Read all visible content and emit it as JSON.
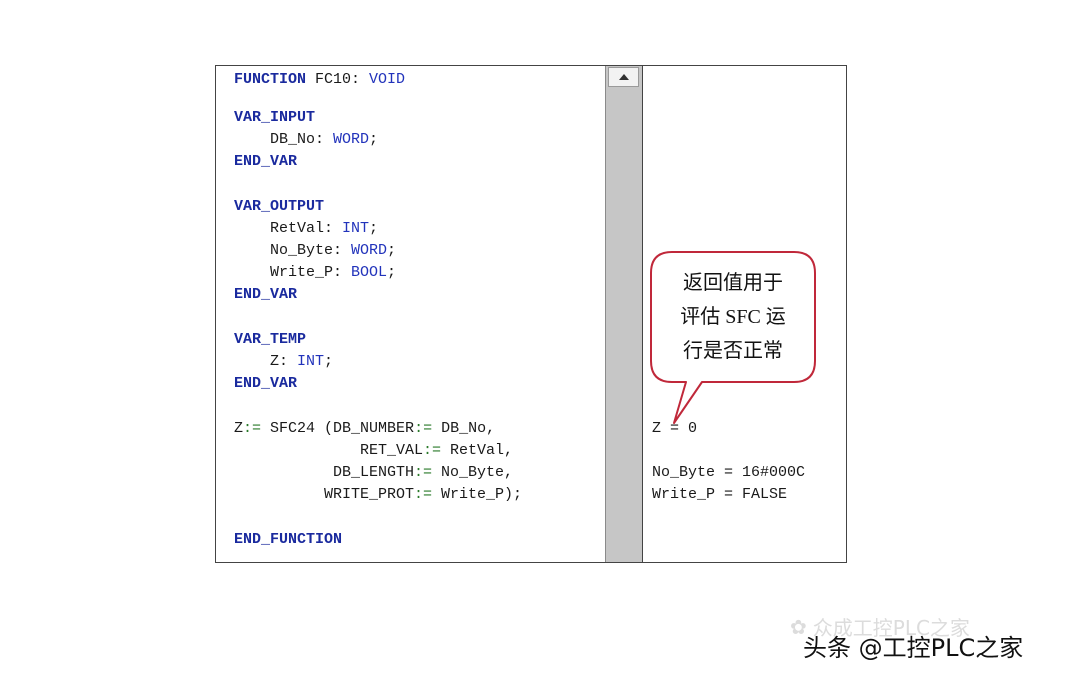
{
  "code": {
    "l1": {
      "kw1": "FUNCTION",
      "name": " FC10: ",
      "type": "VOID"
    },
    "l2": {
      "kw": "VAR_INPUT"
    },
    "l3": {
      "name": "    DB_No: ",
      "type": "WORD",
      "end": ";"
    },
    "l4": {
      "kw": "END_VAR"
    },
    "l5": {
      "kw": "VAR_OUTPUT"
    },
    "l6": {
      "name": "    RetVal: ",
      "type": "INT",
      "end": ";"
    },
    "l7": {
      "name": "    No_Byte: ",
      "type": "WORD",
      "end": ";"
    },
    "l8": {
      "name": "    Write_P: ",
      "type": "BOOL",
      "end": ";"
    },
    "l9": {
      "kw": "END_VAR"
    },
    "l10": {
      "kw": "VAR_TEMP"
    },
    "l11": {
      "name": "    Z: ",
      "type": "INT",
      "end": ";"
    },
    "l12": {
      "kw": "END_VAR"
    },
    "l13": {
      "a": "Z",
      "op": ":=",
      "b": " SFC24 (DB_NUMBER",
      "op2": ":=",
      "c": " DB_No,"
    },
    "l14": {
      "a": "              RET_VAL",
      "op": ":=",
      "b": " RetVal,"
    },
    "l15": {
      "a": "           DB_LENGTH",
      "op": ":=",
      "b": " No_Byte,"
    },
    "l16": {
      "a": "          WRITE_PROT",
      "op": ":=",
      "b": " Write_P);"
    },
    "l17": {
      "kw": "END_FUNCTION"
    }
  },
  "output": {
    "z": "Z = 0",
    "no_byte": "No_Byte = 16#000C",
    "write_p": "Write_P = FALSE"
  },
  "callout": {
    "line1": "返回值用于",
    "line2": "评估 SFC 运",
    "line3": "行是否正常"
  },
  "watermark": {
    "faint": "众成工控PLC之家",
    "main": "头条 @工控PLC之家"
  }
}
